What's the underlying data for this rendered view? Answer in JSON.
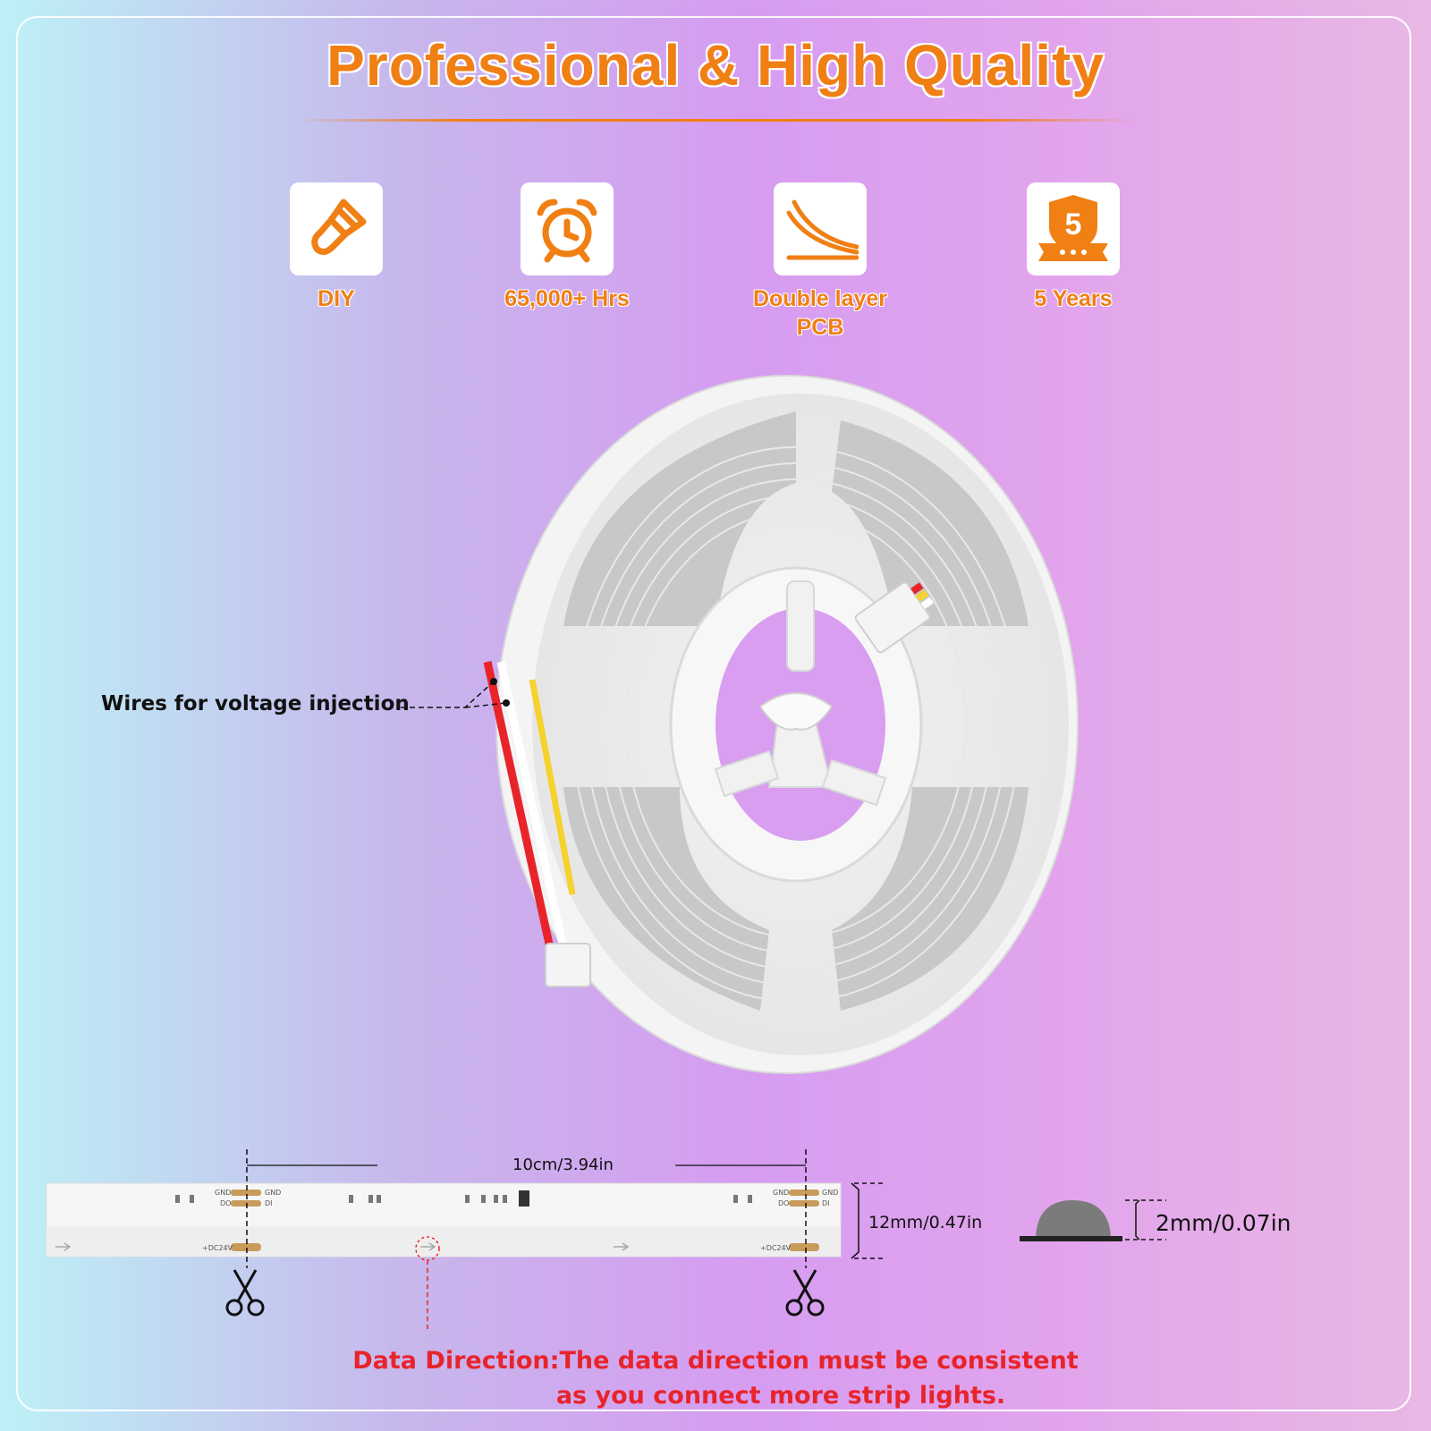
{
  "title": "Professional & High Quality",
  "features": [
    {
      "label": "DIY",
      "icon": "paint-brush-icon"
    },
    {
      "label": "65,000+ Hrs",
      "icon": "alarm-clock-icon"
    },
    {
      "label": "Double layer\nPCB",
      "icon": "layers-curve-icon"
    },
    {
      "label": "5 Years",
      "icon": "warranty-shield-icon",
      "badge": "5"
    }
  ],
  "callout": "Wires for voltage injection",
  "strip": {
    "cut_length": "10cm/3.94in",
    "width": "12mm/0.47in",
    "height": "2mm/0.07in",
    "pad_labels": {
      "gnd": "GND",
      "do": "DO",
      "di": "DI",
      "power": "+DC24V"
    }
  },
  "notice": {
    "line1": "Data Direction:The data direction must be consistent",
    "line2": "as you connect more strip lights."
  },
  "colors": {
    "accent": "#f07f14",
    "warning": "#e8242b"
  }
}
